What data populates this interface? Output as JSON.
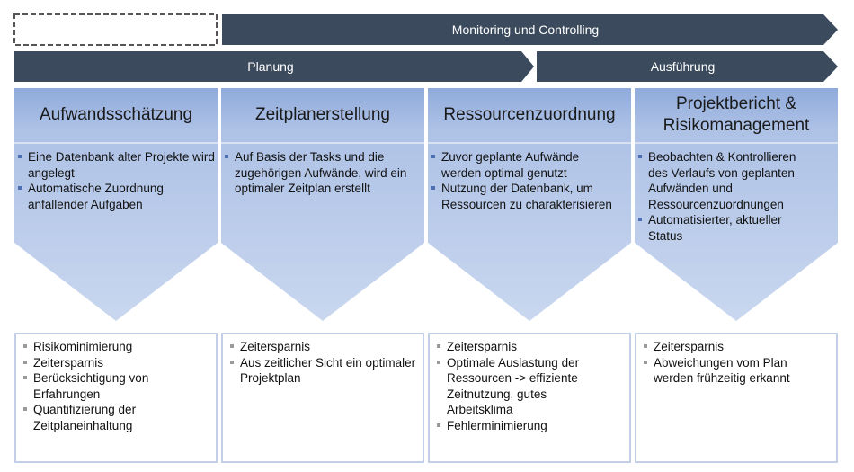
{
  "banners": {
    "monitoring": "Monitoring und Controlling",
    "planung": "Planung",
    "ausfuehrung": "Ausführung"
  },
  "colors": {
    "banner": "#3b4a5c",
    "pentagon_top": "#8faadb",
    "pentagon_bottom": "#c9d7ef",
    "benefit_border": "#c3cfe6"
  },
  "phases": [
    {
      "title": "Aufwandsschätzung",
      "bullets": [
        "Eine Datenbank alter Projekte wird angelegt",
        "Automatische Zuordnung anfallender Aufgaben"
      ],
      "benefits": [
        "Risikominimierung",
        "Zeitersparnis",
        "Berücksichtigung von Erfahrungen",
        "Quantifizierung der Zeitplaneinhaltung"
      ]
    },
    {
      "title": "Zeitplanerstellung",
      "bullets": [
        "Auf Basis der Tasks und die zugehörigen Aufwände, wird ein optimaler Zeitplan erstellt"
      ],
      "benefits": [
        "Zeitersparnis",
        "Aus zeitlicher Sicht ein optimaler Projektplan"
      ]
    },
    {
      "title": "Ressourcenzuordnung",
      "bullets": [
        "Zuvor geplante Aufwände werden optimal genutzt",
        "Nutzung der Datenbank, um Ressourcen zu charakterisieren"
      ],
      "benefits": [
        "Zeitersparnis",
        "Optimale Auslastung der Ressourcen -> effiziente Zeitnutzung, gutes Arbeitsklima",
        "Fehlerminimierung"
      ]
    },
    {
      "title": "Projektbericht & Risikomanagement",
      "bullets": [
        "Beobachten & Kontrollieren des Verlaufs von geplanten Aufwänden und Ressourcenzuordnungen",
        "Automatisierter, aktueller Status"
      ],
      "benefits": [
        "Zeitersparnis",
        "Abweichungen vom Plan werden frühzeitig erkannt"
      ]
    }
  ]
}
